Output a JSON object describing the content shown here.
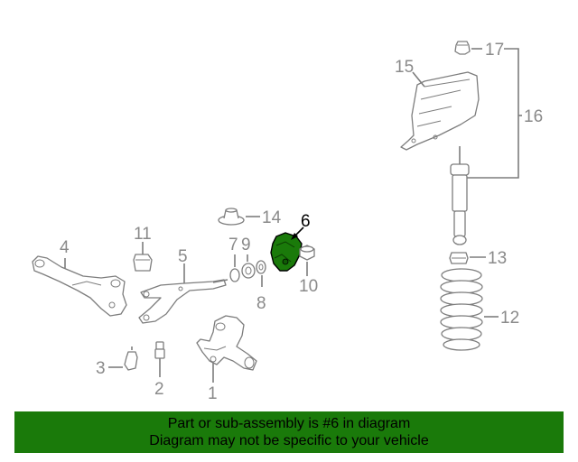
{
  "diagram": {
    "highlight_color": "#1a7a0a",
    "labels": {
      "p1": "1",
      "p2": "2",
      "p3": "3",
      "p4": "4",
      "p5": "5",
      "p6": "6",
      "p7": "7",
      "p8": "8",
      "p9": "9",
      "p10": "10",
      "p11": "11",
      "p12": "12",
      "p13": "13",
      "p14": "14",
      "p15": "15",
      "p16": "16",
      "p17": "17"
    }
  },
  "banner": {
    "line1": "Part or sub-assembly is #6 in diagram",
    "line2": "Diagram may not be specific to your vehicle",
    "background": "#1a7a0a"
  }
}
